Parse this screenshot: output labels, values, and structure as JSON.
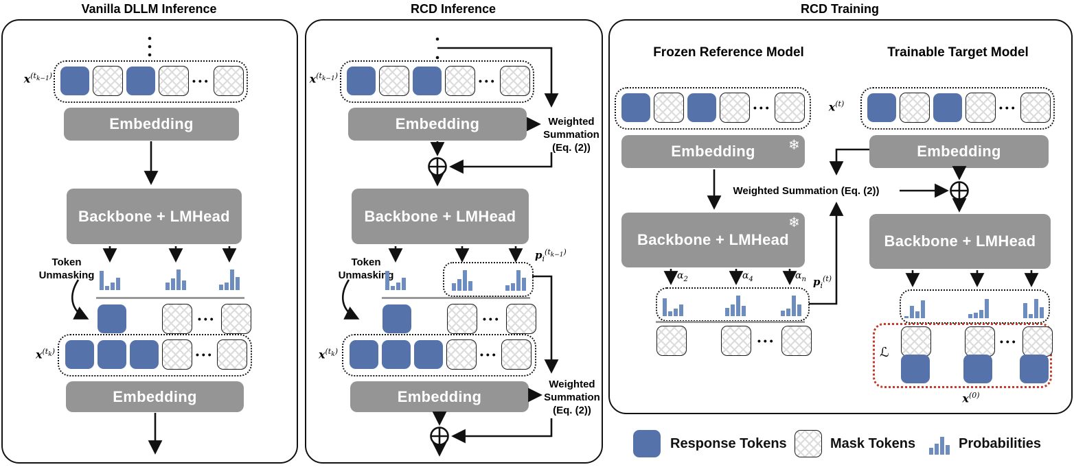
{
  "colors": {
    "response_token": "#5572ab",
    "probability_bar": "#6d8cbf",
    "box_gray": "#959595",
    "loss_box_red": "#c0392b",
    "separator_gray": "#999999"
  },
  "glyphs": {
    "dots": "•••",
    "snowflake": "❄"
  },
  "panels": {
    "p1": {
      "title": "Vanilla DLLM Inference"
    },
    "p2": {
      "title": "RCD Inference"
    },
    "p3": {
      "title": "RCD Training",
      "left_header": "Frozen Reference Model",
      "right_header": "Trainable Target Model"
    }
  },
  "labels": {
    "embedding": "Embedding",
    "backbone": "Backbone + LMHead",
    "token_unmasking_lines": [
      "Token",
      "Unmasking"
    ],
    "weighted_lines": [
      "Weighted",
      "Summation",
      "(Eq. (2))"
    ],
    "weighted_inline": "Weighted Summation (Eq. (2))"
  },
  "math": {
    "x_tk1": {
      "base": "x",
      "sup_pre": "(t",
      "sup_sub": "k−1",
      "sup_post": ")"
    },
    "x_tk": {
      "base": "x",
      "sup_pre": "(t",
      "sup_sub": "k",
      "sup_post": ")"
    },
    "x_t": {
      "base": "x",
      "sup_pre": "(t",
      "sup_sub": "",
      "sup_post": ")"
    },
    "x_0": {
      "base": "x",
      "sup_pre": "(0",
      "sup_sub": "",
      "sup_post": ")"
    },
    "p_tk1": {
      "base": "p",
      "sub": "i",
      "sup_pre": "(t",
      "sup_sub": "k−1",
      "sup_post": ")"
    },
    "p_t": {
      "base": "p",
      "sub": "i",
      "sup_pre": "(t",
      "sup_sub": "",
      "sup_post": ")"
    },
    "alpha_2": {
      "base": "α",
      "sub": "2"
    },
    "alpha_4": {
      "base": "α",
      "sub": "4"
    },
    "alpha_n": {
      "base": "α",
      "sub": "n"
    },
    "loss": "ℒ"
  },
  "tokens": {
    "p1_input": [
      "blue",
      "mask",
      "blue",
      "mask",
      "dots",
      "mask"
    ],
    "p1_unmask": [
      "blue",
      "spacer:36",
      "mask",
      "dots",
      "mask"
    ],
    "p1_output": [
      "blue",
      "blue",
      "blue",
      "mask",
      "dots",
      "mask"
    ],
    "p2_input": [
      "blue",
      "mask",
      "blue",
      "mask",
      "dots",
      "mask"
    ],
    "p2_unmask": [
      "blue",
      "spacer:36",
      "mask",
      "dots",
      "mask"
    ],
    "p2_output": [
      "blue",
      "blue",
      "blue",
      "mask",
      "dots",
      "mask"
    ],
    "p3_ref_input": [
      "blue",
      "mask",
      "blue",
      "mask",
      "dots",
      "mask"
    ],
    "p3_tgt_input": [
      "blue",
      "mask",
      "blue",
      "mask",
      "dots",
      "mask"
    ],
    "p3_ref_out": [
      "mask",
      "spacer:32",
      "mask",
      "dots",
      "mask"
    ],
    "p3_tgt_mask": [
      "mask",
      "spacer:35",
      "mask",
      "dots",
      "mask"
    ],
    "p3_tgt_blue": [
      "blue",
      "spacer:35",
      "blue",
      "spacer:26",
      "blue"
    ]
  },
  "charts": {
    "p1": [
      [
        28,
        6,
        11,
        18
      ],
      [
        11,
        17,
        30,
        14
      ],
      [
        8,
        11,
        30,
        19
      ]
    ],
    "p2": [
      [
        28,
        6,
        11,
        18
      ],
      [
        11,
        17,
        30,
        14
      ],
      [
        8,
        11,
        30,
        19
      ]
    ],
    "p3_ref": [
      [
        26,
        7,
        11,
        17
      ],
      [
        12,
        17,
        30,
        15
      ],
      [
        8,
        11,
        30,
        17
      ]
    ],
    "p3_tgt": [
      [
        3,
        18,
        10,
        26
      ],
      [
        6,
        8,
        12,
        28
      ],
      [
        22,
        6,
        28,
        16
      ]
    ],
    "legend": [
      10,
      16,
      26,
      14
    ]
  },
  "legend": {
    "response": "Response Tokens",
    "mask": "Mask Tokens",
    "prob": "Probabilities"
  }
}
